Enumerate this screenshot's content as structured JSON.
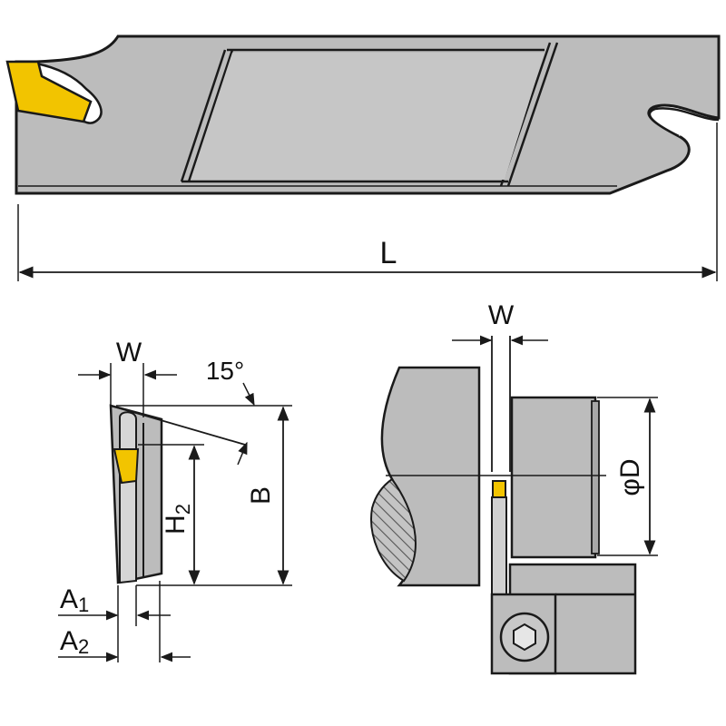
{
  "labels": {
    "length": "L",
    "width_top": "W",
    "width_side": "W",
    "angle": "15°",
    "height_b": "B",
    "height_h2_main": "H",
    "height_h2_sub": "2",
    "a1_main": "A",
    "a1_sub": "1",
    "a2_main": "A",
    "a2_sub": "2",
    "diameter": "φD"
  },
  "colors": {
    "steel": "#b9b9b9",
    "steel_light": "#c9c9c9",
    "steel_dark": "#9f9f9f",
    "insert": "#f2c400",
    "outline": "#1a1a1a",
    "hatch": "#555555"
  }
}
